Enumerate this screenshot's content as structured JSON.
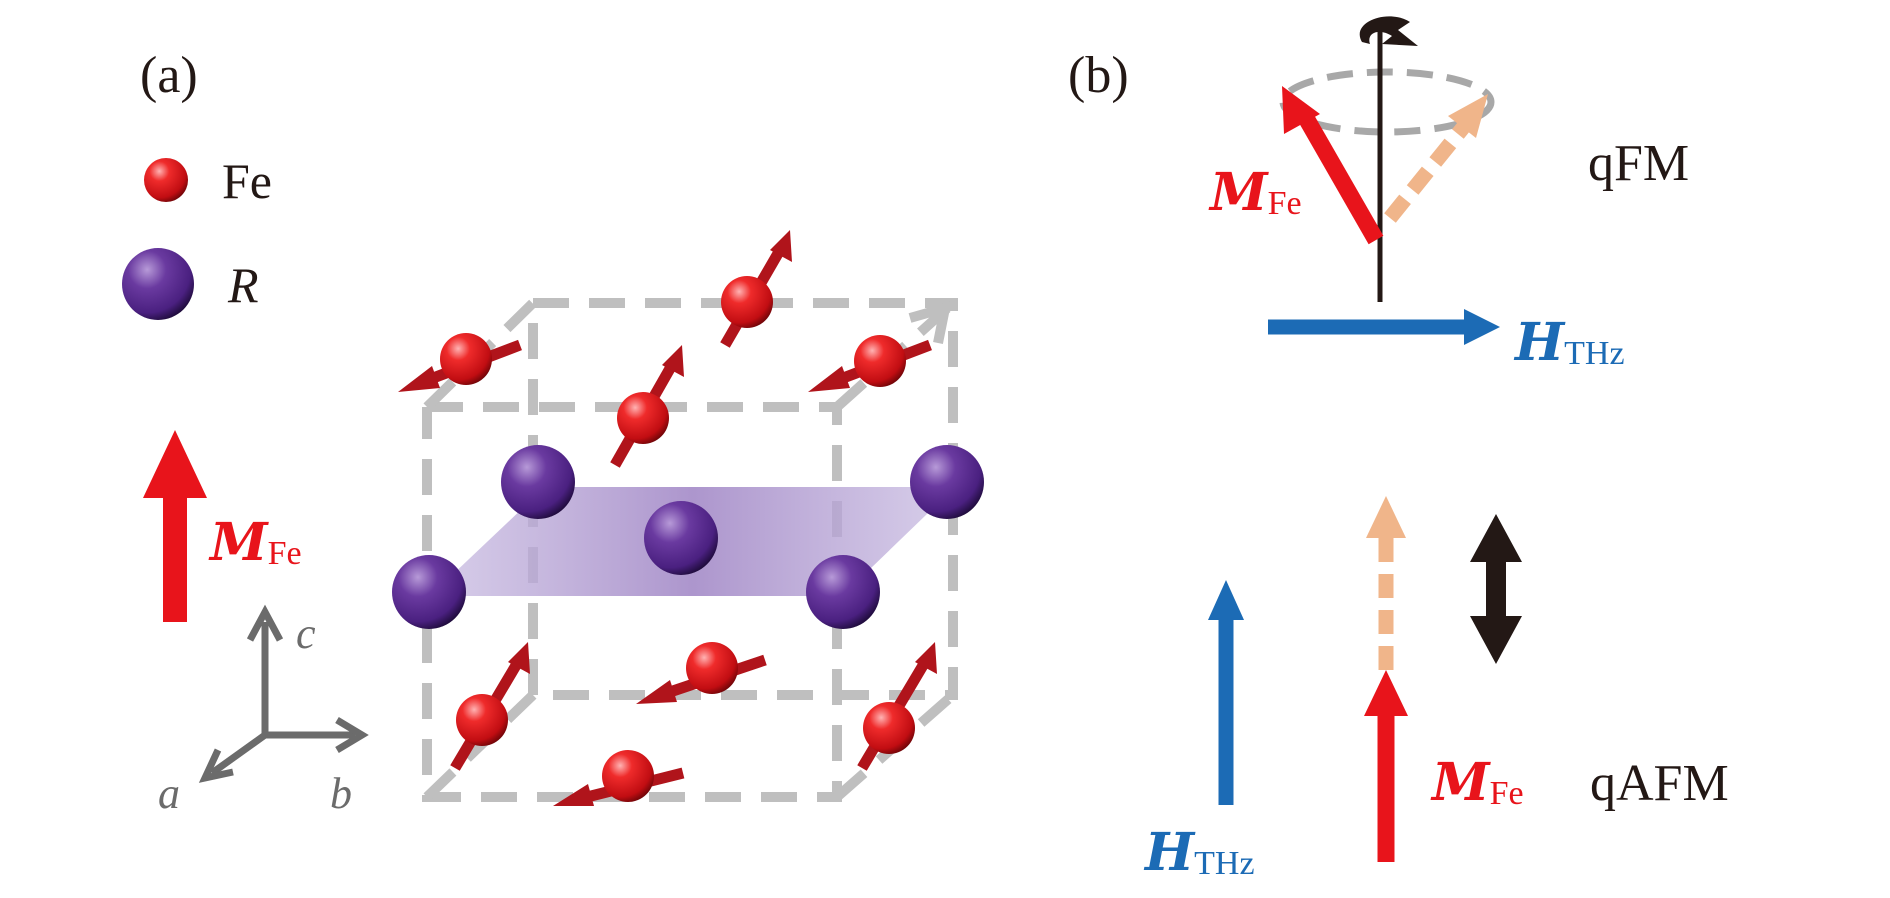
{
  "panels": {
    "a": {
      "label": "(a)",
      "legend": {
        "fe": "Fe",
        "r": "R"
      },
      "m_main": "M",
      "m_sub": "Fe",
      "axes": {
        "c": "c",
        "a": "a",
        "b": "b"
      }
    },
    "b": {
      "label": "(b)",
      "qfm": {
        "state": "qFM",
        "m_main": "M",
        "m_sub": "Fe",
        "h_main": "H",
        "h_sub": "THz"
      },
      "qafm": {
        "state": "qAFM",
        "m_main": "M",
        "m_sub": "Fe",
        "h_main": "H",
        "h_sub": "THz"
      }
    }
  },
  "colors": {
    "fe_atom": "#e8141b",
    "r_atom": "#5a2a8c",
    "spin_arrow": "#b0141b",
    "magnetization": "#e8141b",
    "thz_field": "#1c6bb5",
    "precession_ghost": "#f0b58a",
    "cell_edges": "#bfbfbf",
    "axes": "#6b6b6b",
    "text": "#231815"
  }
}
